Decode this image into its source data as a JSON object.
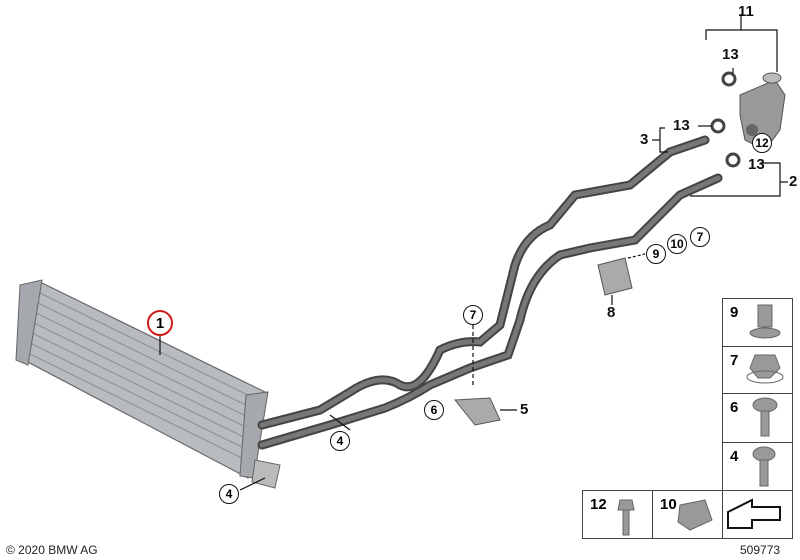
{
  "diagram": {
    "callouts": {
      "p1": "1",
      "p2": "2",
      "p3": "3",
      "p4a": "4",
      "p4b": "4",
      "p5": "5",
      "p6": "6",
      "p7a": "7",
      "p7b": "7",
      "p8": "8",
      "p9": "9",
      "p10": "10",
      "p11": "11",
      "p12": "12",
      "p13a": "13",
      "p13b": "13",
      "p13c": "13"
    },
    "highlight_color": "#d01a1a",
    "parts_grid": {
      "right_column": [
        "9",
        "7",
        "6",
        "4"
      ],
      "bottom_row": [
        "12",
        "10"
      ]
    }
  },
  "footer": {
    "copyright": "© 2020 BMW AG",
    "diagram_number": "509773"
  }
}
